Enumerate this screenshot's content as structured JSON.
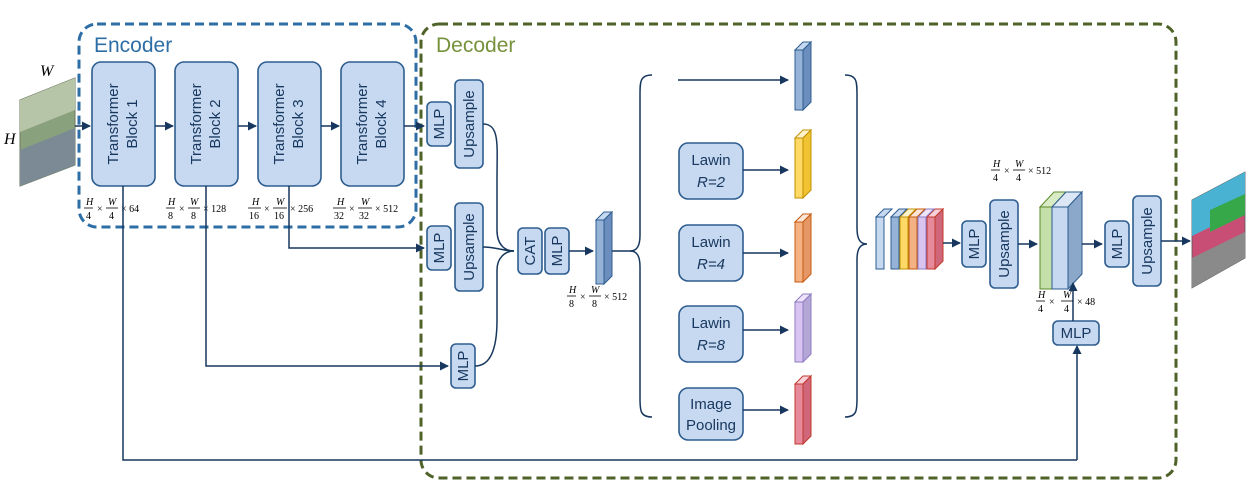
{
  "encoder": {
    "title": "Encoder",
    "blocks": [
      {
        "line1": "Transformer",
        "line2": "Block 1"
      },
      {
        "line1": "Transformer",
        "line2": "Block 2"
      },
      {
        "line1": "Transformer",
        "line2": "Block 3"
      },
      {
        "line1": "Transformer",
        "line2": "Block 4"
      }
    ],
    "dims": [
      {
        "h": "H",
        "hd": "4",
        "w": "W",
        "wd": "4",
        "c": "× 64"
      },
      {
        "h": "H",
        "hd": "8",
        "w": "W",
        "wd": "8",
        "c": "× 128"
      },
      {
        "h": "H",
        "hd": "16",
        "w": "W",
        "wd": "16",
        "c": "× 256"
      },
      {
        "h": "H",
        "hd": "32",
        "w": "W",
        "wd": "32",
        "c": "× 512"
      }
    ]
  },
  "input": {
    "w_label": "W",
    "h_label": "H"
  },
  "decoder": {
    "title": "Decoder",
    "mlp": "MLP",
    "upsample": "Upsample",
    "cat": "CAT",
    "cat_dim": {
      "h": "H",
      "hd": "8",
      "w": "W",
      "wd": "8",
      "c": "× 512"
    },
    "lawin": [
      {
        "line1": "Lawin",
        "line2": "R=2"
      },
      {
        "line1": "Lawin",
        "line2": "R=4"
      },
      {
        "line1": "Lawin",
        "line2": "R=8"
      }
    ],
    "pooling": {
      "line1": "Image",
      "line2": "Pooling"
    },
    "top_dim": {
      "h": "H",
      "hd": "4",
      "w": "W",
      "wd": "4",
      "c": "× 512"
    },
    "low_dim": {
      "h": "H",
      "hd": "4",
      "w": "W",
      "wd": "4",
      "c": "× 48"
    }
  },
  "colors": {
    "box_fill": "#c6d9f1",
    "box_stroke": "#2e5d8f",
    "encoder_border": "#2e6ea6",
    "decoder_border": "#4f6228",
    "encoder_title": "#2e6ea6",
    "decoder_title": "#76923c",
    "feat_blue": "#95b3d7",
    "feat_yellow": "#ffd966",
    "feat_orange": "#f4b183",
    "feat_purple": "#d9c3f0",
    "feat_pink": "#e6899b",
    "feat_green": "#c4e0a8"
  }
}
